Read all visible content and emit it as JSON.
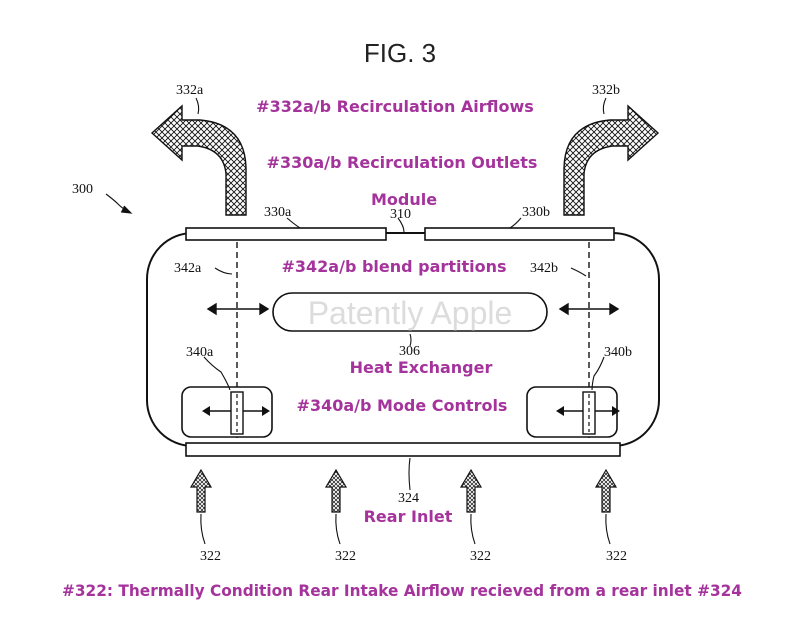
{
  "figure": {
    "title": "FIG. 3",
    "watermark": "Patently Apple",
    "colors": {
      "annotation": "#a5339c",
      "line": "#111111",
      "watermark": "#dcdcdc"
    }
  },
  "labels": {
    "system": "300",
    "module": "310",
    "outlet_a": "330a",
    "outlet_b": "330b",
    "airflow_a": "332a",
    "airflow_b": "332b",
    "partition_a": "342a",
    "partition_b": "342b",
    "heat_exchanger": "306",
    "control_a": "340a",
    "control_b": "340b",
    "rear_inlet": "324",
    "intake": "322"
  },
  "annotations": {
    "recirc_airflows": "#332a/b Recirculation Airflows",
    "recirc_outlets": "#330a/b Recirculation Outlets",
    "module": "Module",
    "blend_partitions": "#342a/b blend partitions",
    "heat_exchanger": "Heat Exchanger",
    "mode_controls": "#340a/b Mode Controls",
    "rear_inlet": "Rear Inlet",
    "caption": "#322: Thermally Condition Rear Intake Airflow recieved from a rear inlet #324"
  }
}
